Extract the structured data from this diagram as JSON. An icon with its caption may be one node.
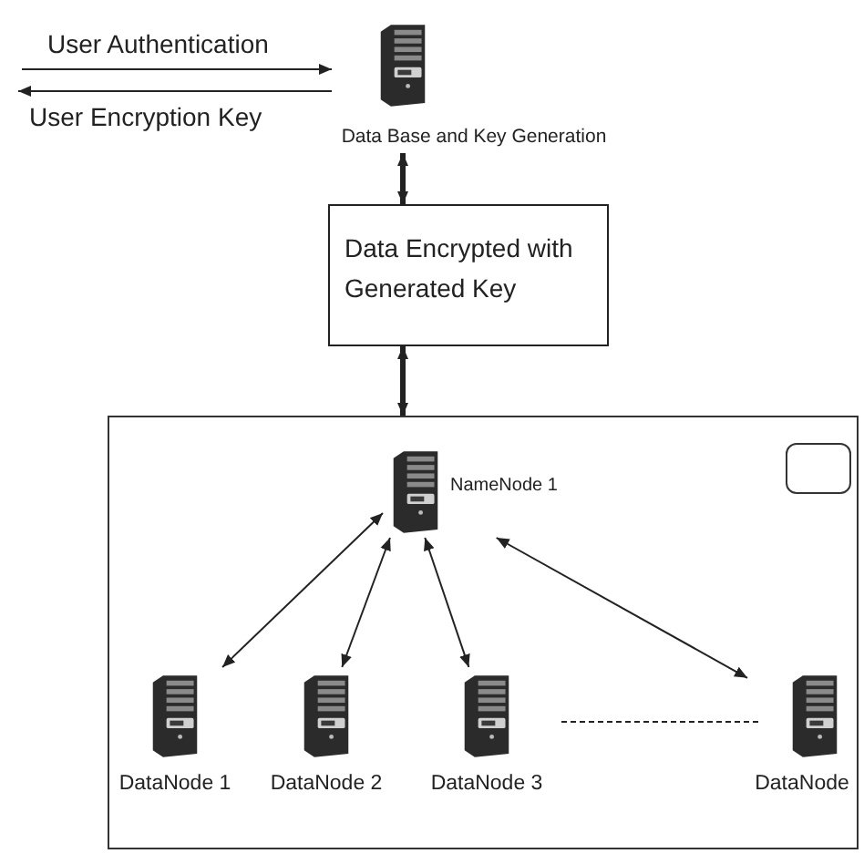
{
  "diagram": {
    "nodes": [
      {
        "text": [
          "Data Base and Key Generation"
        ]
      },
      {
        "text": [
          "Data Encrypted with Generated Key"
        ]
      },
      {
        "text": [],
        "shape": "box"
      },
      {
        "text": [
          "NameNode 1"
        ],
        "in": 2
      },
      {
        "text": [
          "DataNode 1"
        ],
        "in": 2
      },
      {
        "text": [
          "DataNode 2"
        ],
        "in": 2
      },
      {
        "text": [
          "DataNode 3"
        ],
        "in": 2
      },
      {
        "text": [
          "DataNode"
        ],
        "in": 2
      },
      {
        "text": [],
        "shape": "box",
        "in": 2
      }
    ],
    "edges": [
      {
        "from": null,
        "to": 0,
        "arrow": "to",
        "label": "User Authentication"
      },
      {
        "from": 0,
        "to": null,
        "arrow": "to",
        "label": "User Encryption Key"
      },
      {
        "from": 0,
        "to": 1,
        "arrow": "both",
        "style": "thick"
      },
      {
        "from": 1,
        "to": 2,
        "arrow": "both",
        "style": "thick"
      },
      {
        "from": 3,
        "to": 4,
        "arrow": "both"
      },
      {
        "from": 3,
        "to": 5,
        "arrow": "both"
      },
      {
        "from": 3,
        "to": 6,
        "arrow": "both"
      },
      {
        "from": 3,
        "to": 7,
        "arrow": "both"
      }
    ]
  }
}
